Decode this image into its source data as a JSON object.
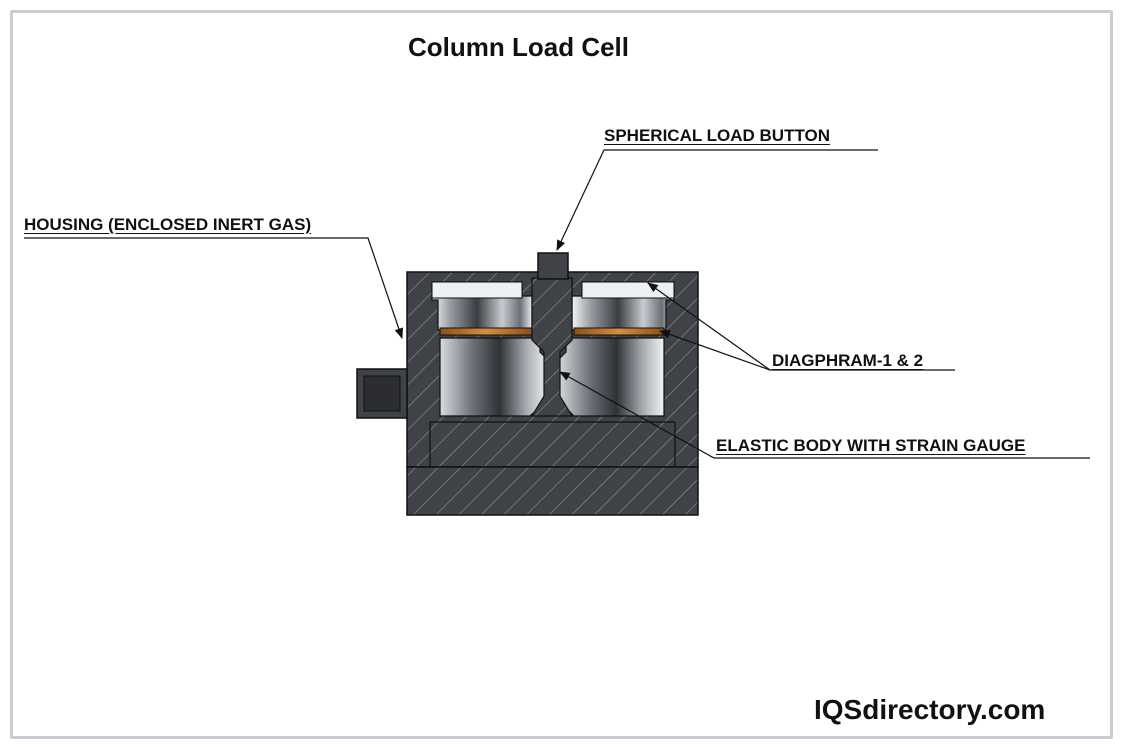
{
  "diagram": {
    "title": "Column Load Cell",
    "labels": {
      "load_button": "SPHERICAL LOAD BUTTON",
      "housing": "HOUSING (ENCLOSED INERT GAS)",
      "diaphragm": "DIAGPHRAM-1 & 2",
      "elastic_body": "ELASTIC BODY WITH STRAIN GAUGE"
    },
    "brand": "IQSdirectory.com",
    "colors": {
      "housing": "#3f4247",
      "hatch": "#8a8e94",
      "metal_light": "#e8eaee",
      "metal_dark": "#3a3d42",
      "diaphragm": "#c27a2c",
      "frame": "#c9ced6"
    }
  }
}
